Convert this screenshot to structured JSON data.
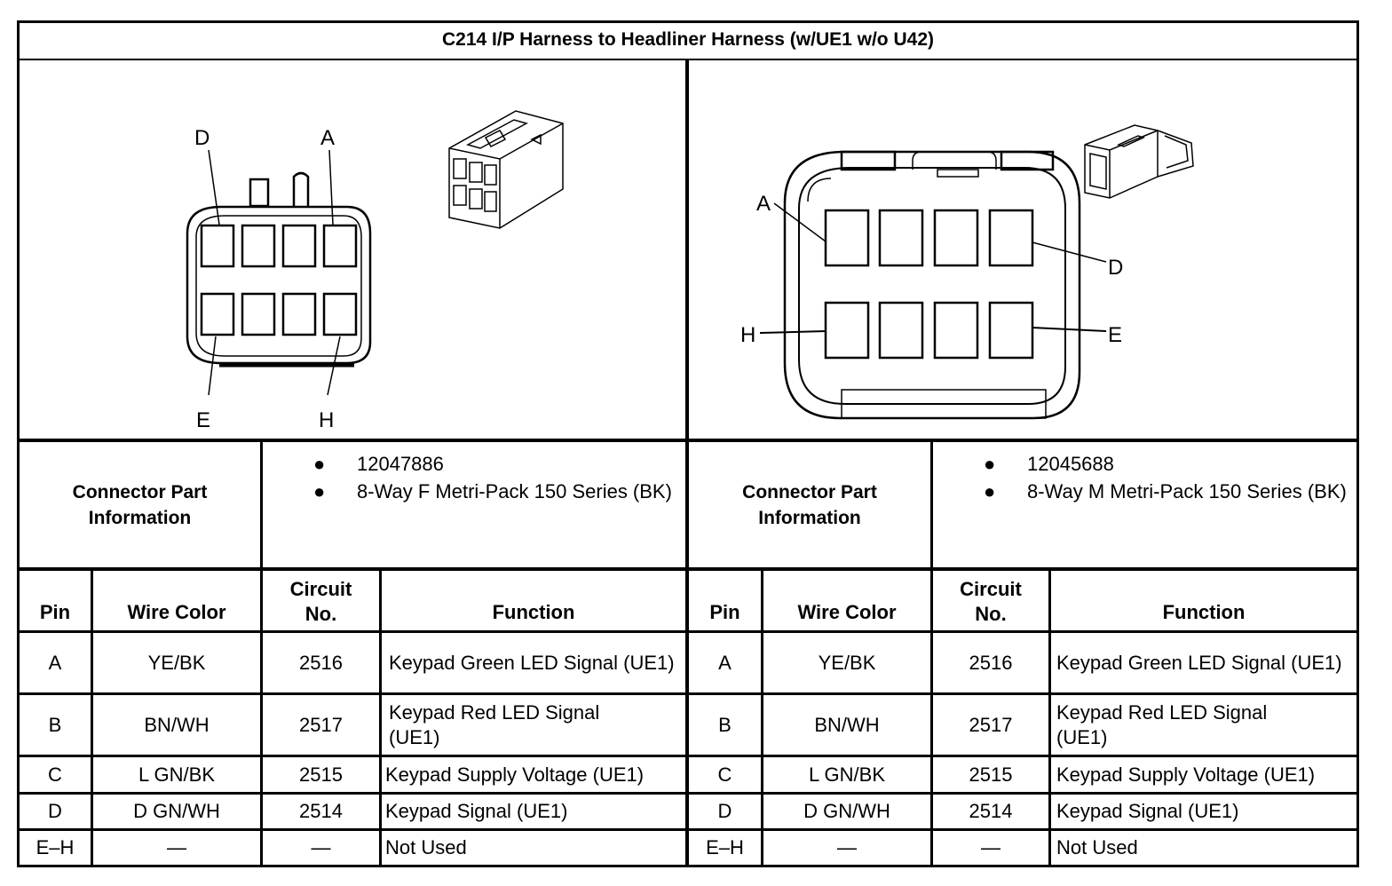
{
  "title": "C214 I/P Harness to Headliner Harness (w/UE1 w/o U42)",
  "left": {
    "pin_labels": {
      "a": "A",
      "d": "D",
      "e": "E",
      "h": "H"
    },
    "cpi_label": "Connector Part Information",
    "cpi_lines": [
      "12047886",
      "8-Way F Metri-Pack 150 Series (BK)"
    ],
    "headers": {
      "pin": "Pin",
      "wire_color": "Wire Color",
      "circuit": "Circuit No.",
      "function": "Function"
    },
    "rows": [
      {
        "pin": "A",
        "wire_color": "YE/BK",
        "circuit": "2516",
        "function": "Keypad Green LED Signal (UE1)"
      },
      {
        "pin": "B",
        "wire_color": "BN/WH",
        "circuit": "2517",
        "function": "Keypad Red LED Signal (UE1)"
      },
      {
        "pin": "C",
        "wire_color": "L GN/BK",
        "circuit": "2515",
        "function": "Keypad Supply Voltage (UE1)"
      },
      {
        "pin": "D",
        "wire_color": "D GN/WH",
        "circuit": "2514",
        "function": "Keypad Signal (UE1)"
      },
      {
        "pin": "E–H",
        "wire_color": "—",
        "circuit": "—",
        "function": "Not Used"
      }
    ]
  },
  "right": {
    "pin_labels": {
      "a": "A",
      "d": "D",
      "e": "E",
      "h": "H"
    },
    "cpi_label": "Connector Part Information",
    "cpi_lines": [
      "12045688",
      "8-Way M Metri-Pack 150 Series (BK)"
    ],
    "headers": {
      "pin": "Pin",
      "wire_color": "Wire Color",
      "circuit": "Circuit No.",
      "function": "Function"
    },
    "rows": [
      {
        "pin": "A",
        "wire_color": "YE/BK",
        "circuit": "2516",
        "function": "Keypad Green LED Signal (UE1)"
      },
      {
        "pin": "B",
        "wire_color": "BN/WH",
        "circuit": "2517",
        "function": "Keypad Red LED Signal (UE1)"
      },
      {
        "pin": "C",
        "wire_color": "L GN/BK",
        "circuit": "2515",
        "function": "Keypad Supply Voltage (UE1)"
      },
      {
        "pin": "D",
        "wire_color": "D GN/WH",
        "circuit": "2514",
        "function": "Keypad Signal (UE1)"
      },
      {
        "pin": "E–H",
        "wire_color": "—",
        "circuit": "—",
        "function": "Not Used"
      }
    ]
  }
}
